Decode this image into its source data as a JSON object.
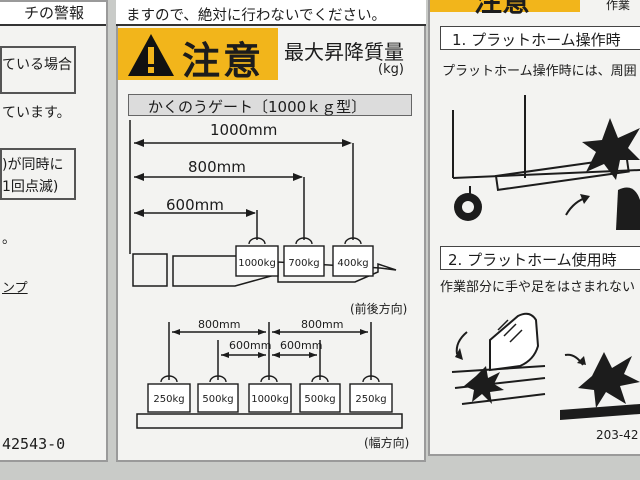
{
  "left_panel": {
    "top_frag": "チの警報",
    "line1": "ている場合",
    "line2": "ています。",
    "line3": ")が同時に",
    "line4": "1回点滅)",
    "line5": "。",
    "line6": "ンプ",
    "code": "42543-0"
  },
  "center_panel": {
    "top_text": "ますので、絶対に行わないでください。",
    "caution_word": "注意",
    "max_title": "最大昇降質量",
    "unit_kg": "(kg)",
    "gate_title": "かくのうゲート〔1000ｋｇ型〕",
    "top_diagram": {
      "dims": [
        "1000mm",
        "800mm",
        "600mm"
      ],
      "weights": [
        "1000kg",
        "700kg",
        "400kg"
      ],
      "direction": "(前後方向)"
    },
    "bottom_diagram": {
      "dims_outer": [
        "800mm",
        "800mm"
      ],
      "dims_inner": [
        "600mm",
        "600mm"
      ],
      "weights": [
        "250kg",
        "500kg",
        "1000kg",
        "500kg",
        "250kg"
      ],
      "direction": "(幅方向)"
    }
  },
  "right_panel": {
    "caution_frag": "注意",
    "corner_frag": "作業",
    "section1_title": "1. プラットホーム操作時",
    "section1_text": "プラットホーム操作時には、周囲",
    "section2_title": "2. プラットホーム使用時",
    "section2_text": "作業部分に手や足をはさまれない",
    "code": "203-42"
  },
  "colors": {
    "caution_yellow": "#f2b51b",
    "ink": "#1c1c1c",
    "paper": "#f3f3f1"
  }
}
